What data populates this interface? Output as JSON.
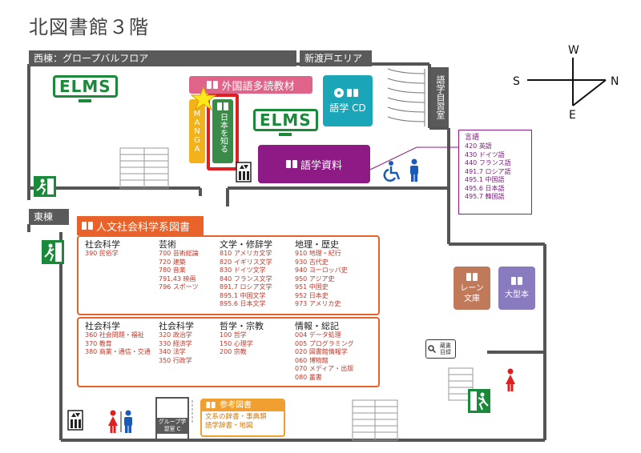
{
  "title": "北図書館３階",
  "labels": {
    "west_wing": "西棟：グロープバルフロア",
    "shin_toko": "新渡戸エリア",
    "east_wing": "東棟"
  },
  "rooms": {
    "foreign_language": "外国語多読教材",
    "manga": "MANGA",
    "nihon": "日本を知る",
    "elms": "ELMS",
    "gogaku_cd": "語学 CD",
    "gogaku_shiryo": "語学資料",
    "gogaku_study": "語学自習室",
    "lane_storage": "レーン文庫",
    "large_books": "大型本",
    "group_study": "グループ学習室 C",
    "catalog": "蔵書目録"
  },
  "compass": {
    "n": "N",
    "s": "S",
    "e": "E",
    "w": "W"
  },
  "language": {
    "heading": "言語",
    "items": [
      "420 英語",
      "430 ドイツ語",
      "440 フランス語",
      "491.7 ロシア語",
      "495.1 中国語",
      "495.6 日本語",
      "495.7 韓国語"
    ]
  },
  "humanities": {
    "banner": "人文社会科学系図書",
    "upper": [
      {
        "head": "社会科学",
        "items": [
          "390 民俗学"
        ]
      },
      {
        "head": "芸術",
        "items": [
          "700 芸術総論",
          "720 建築",
          "780 音楽",
          "791.43 映画",
          "796 スポーツ"
        ]
      },
      {
        "head": "文学・修辞学",
        "items": [
          "810 アメリカ文学",
          "820 イギリス文学",
          "830 ドイツ文学",
          "840 フランス文学",
          "891.7 ロシア文学",
          "895.1 中国文学",
          "895.6 日本文学"
        ]
      },
      {
        "head": "地理・歴史",
        "items": [
          "910 地理・紀行",
          "930 古代史",
          "940 ヨーロッパ史",
          "950 アジア史",
          "951 中国史",
          "952 日本史",
          "973 アメリカ史"
        ]
      }
    ],
    "lower": [
      {
        "head": "社会科学",
        "items": [
          "360 社会問題・福祉",
          "370 教育",
          "380 商業・通信・交通"
        ]
      },
      {
        "head": "社会科学",
        "items": [
          "320 政治学",
          "330 経済学",
          "340 法学",
          "350 行政学"
        ]
      },
      {
        "head": "哲学・宗教",
        "items": [
          "100 哲学",
          "150 心理学",
          "200 宗教"
        ]
      },
      {
        "head": "情報・総記",
        "items": [
          "004 データ処理",
          "005 プログラミング",
          "020 図書館情報学",
          "060 博物館",
          "070 メディア・出版",
          "080 叢書"
        ]
      }
    ]
  },
  "reference": {
    "banner": "参考図書",
    "lines": [
      "文系の辞書・事典類",
      "語学辞書・地図"
    ]
  },
  "colors": {
    "orange": "#e8622a",
    "pink": "#e0648a",
    "teal": "#1aa6b8",
    "purple": "#8e1a86",
    "green": "#3a8a4a",
    "yellow": "#f2b21c",
    "brown": "#c07a5a",
    "violet": "#8a7ac0",
    "highlight": "#e02020"
  }
}
